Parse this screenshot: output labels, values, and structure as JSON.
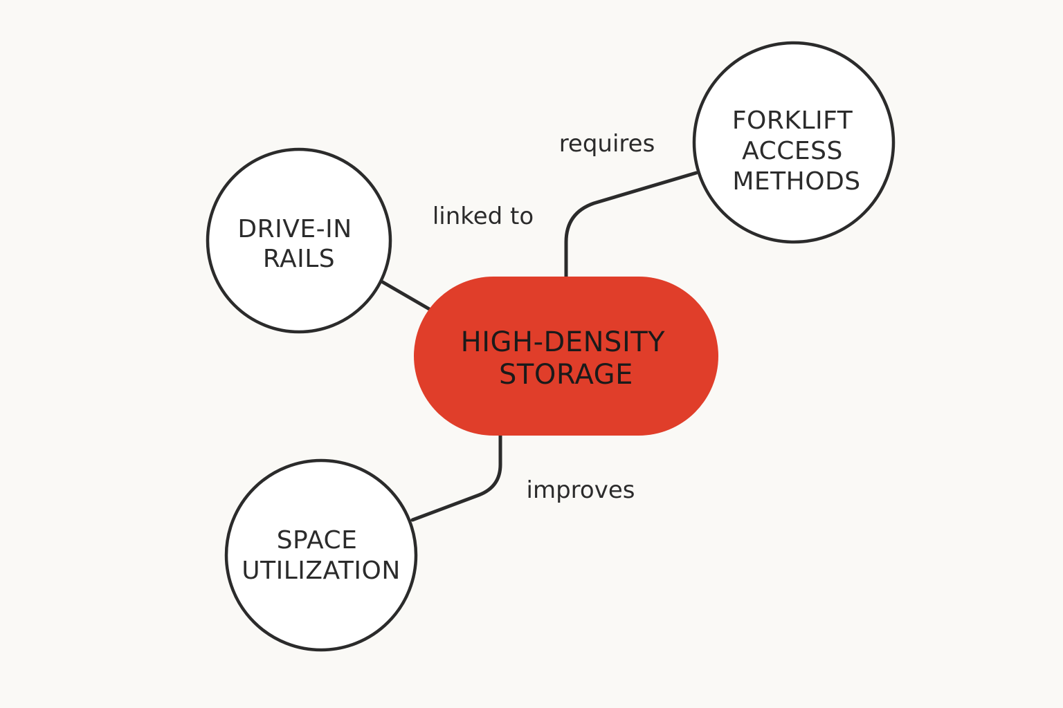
{
  "colors": {
    "background": "#faf9f6",
    "line": "#2b2b2b",
    "text": "#2b2b2b",
    "node_fill": "#ffffff",
    "center_fill": "#e03e2a",
    "center_text": "#1a1a1a"
  },
  "center": {
    "line1": "HIGH-DENSITY",
    "line2": "STORAGE"
  },
  "nodes": {
    "drive_in": {
      "line1": "DRIVE-IN",
      "line2": "RAILS"
    },
    "forklift": {
      "line1": "FORKLIFT",
      "line2": "ACCESS",
      "line3": "METHODS"
    },
    "space": {
      "line1": "SPACE",
      "line2": "UTILIZATION"
    }
  },
  "edges": {
    "linked_to": "linked to",
    "requires": "requires",
    "improves": "improves"
  }
}
